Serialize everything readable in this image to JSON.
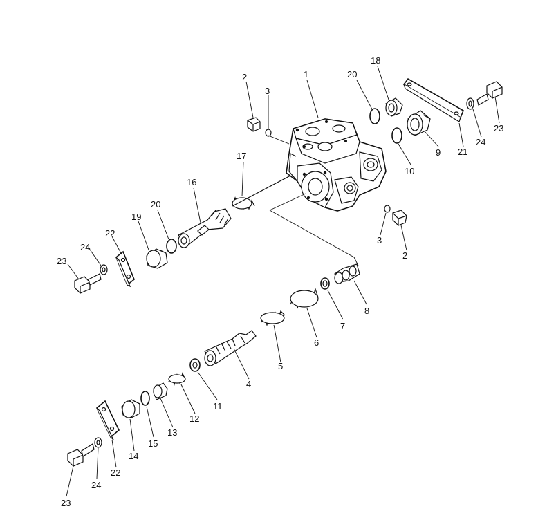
{
  "diagram": {
    "callouts": {
      "c1": "1",
      "c2a": "2",
      "c2b": "2",
      "c3a": "3",
      "c3b": "3",
      "c4": "4",
      "c5": "5",
      "c6": "6",
      "c7": "7",
      "c8": "8",
      "c9": "9",
      "c10": "10",
      "c11": "11",
      "c12": "12",
      "c13": "13",
      "c14": "14",
      "c15": "15",
      "c16": "16",
      "c17": "17",
      "c18": "18",
      "c19": "19",
      "c20a": "20",
      "c20b": "20",
      "c21": "21",
      "c22a": "22",
      "c22b": "22",
      "c23a": "23",
      "c23b": "23",
      "c23c": "23",
      "c24a": "24",
      "c24b": "24",
      "c24c": "24"
    }
  }
}
